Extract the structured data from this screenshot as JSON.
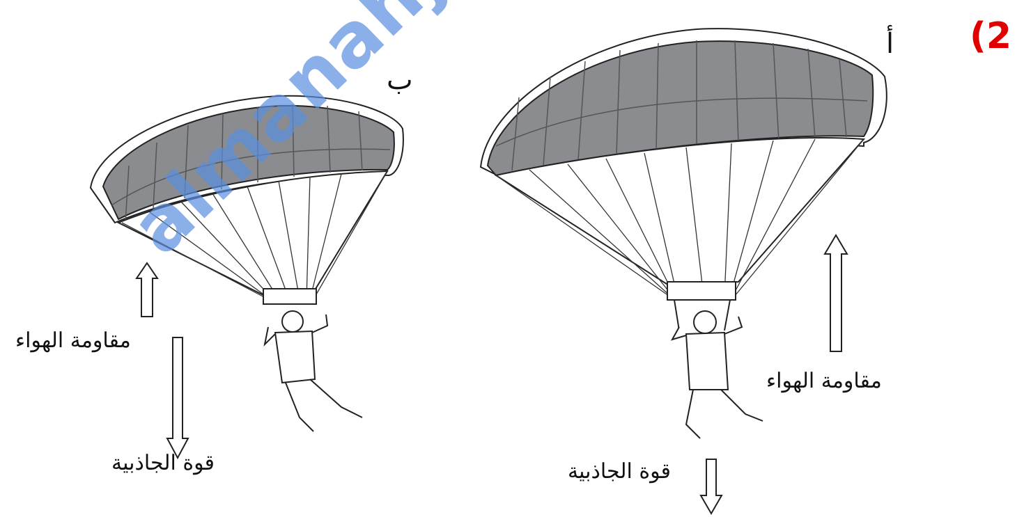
{
  "question_number": "(2",
  "panel_a": {
    "letter": "أ",
    "air_resistance_label": "مقاومة الهواء",
    "gravity_label": "قوة الجاذبية"
  },
  "panel_b": {
    "letter": "ب",
    "air_resistance_label": "مقاومة الهواء",
    "gravity_label": "قوة الجاذبية"
  },
  "watermark": "almanahj.com/om",
  "colors": {
    "canopy_dark": "#8a8c90",
    "line": "#222222",
    "question_number": "#e00000",
    "watermark": "#5b8fe0"
  }
}
